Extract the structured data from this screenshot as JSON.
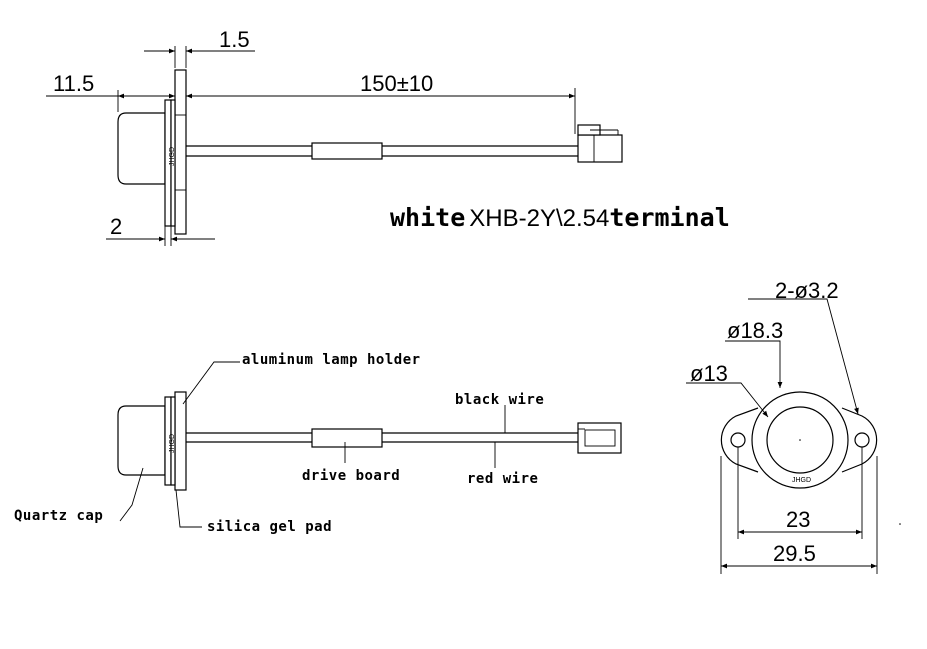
{
  "dimensions": {
    "flange_thickness": "1.5",
    "cap_length": "11.5",
    "wire_length": "150±10",
    "pad_thickness": "2",
    "hole_spec": "2-ø3.2",
    "flange_diameter": "ø18.3",
    "cap_diameter": "ø13",
    "hole_spacing": "23",
    "overall_width": "29.5"
  },
  "connector_note": {
    "color": "white",
    "model": "XHB-2Y\\2.54",
    "type": "terminal"
  },
  "labels": {
    "aluminum_holder": "aluminum lamp holder",
    "black_wire": "black wire",
    "drive_board": "drive board",
    "red_wire": "red wire",
    "quartz_cap": "Quartz cap",
    "silica_pad": "silica gel pad"
  },
  "marking": "JHGD"
}
